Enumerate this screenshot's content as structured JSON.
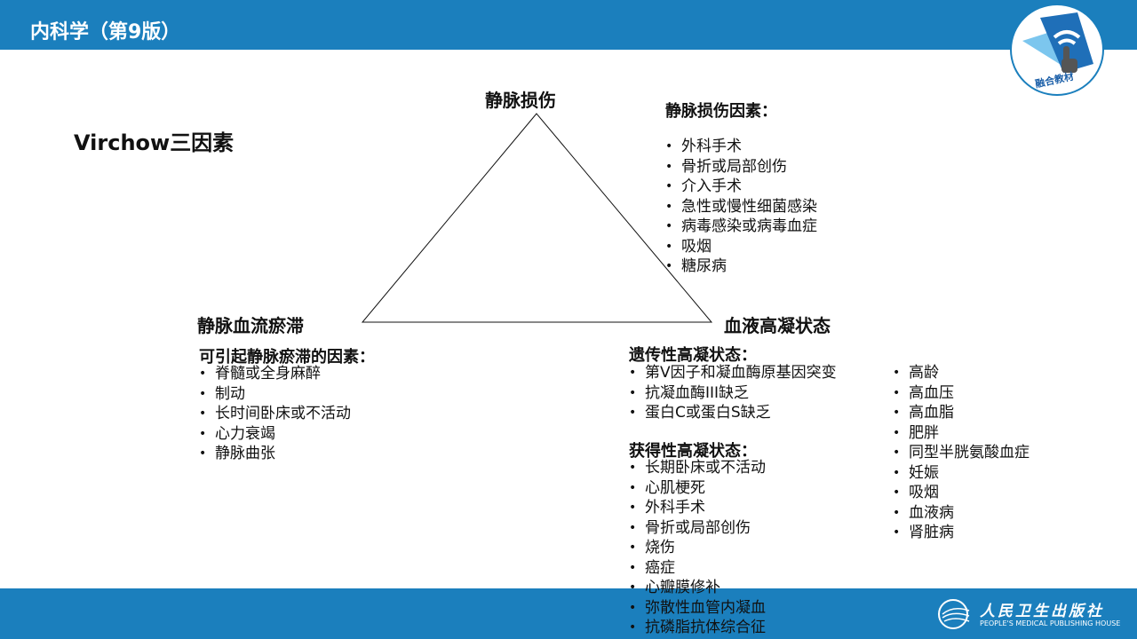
{
  "header": {
    "title": "内科学（第9版）",
    "logo_text": "融合教材"
  },
  "slide": {
    "title": "Virchow三因素",
    "top_vertex": "静脉损伤",
    "left_vertex": "静脉血流瘀滞",
    "right_vertex": "血液高凝状态",
    "injury": {
      "heading": "静脉损伤因素：",
      "items": [
        "外科手术",
        "骨折或局部创伤",
        "介入手术",
        "急性或慢性细菌感染",
        "病毒感染或病毒血症",
        "吸烟",
        "糖尿病"
      ]
    },
    "stasis": {
      "heading": "可引起静脉瘀滞的因素：",
      "items": [
        "脊髓或全身麻醉",
        "制动",
        "长时间卧床或不活动",
        "心力衰竭",
        "静脉曲张"
      ]
    },
    "hereditary": {
      "heading": "遗传性高凝状态：",
      "items": [
        "第V因子和凝血酶原基因突变",
        "抗凝血酶III缺乏",
        "蛋白C或蛋白S缺乏"
      ]
    },
    "overlap": {
      "items": [
        "高龄",
        "高血压",
        "高血脂",
        "肥胖",
        "同型半胱氨酸血症",
        "妊娠",
        "吸烟",
        "血液病",
        "肾脏病"
      ]
    },
    "acquired": {
      "heading": "获得性高凝状态：",
      "items": [
        "长期卧床或不活动",
        "心肌梗死",
        "外科手术",
        "骨折或局部创伤",
        "烧伤",
        "癌症",
        "心瓣膜修补",
        "弥散性血管内凝血",
        "抗磷脂抗体综合征"
      ]
    }
  },
  "footer": {
    "publisher_cn": "人民卫生出版社",
    "publisher_en": "PEOPLE'S MEDICAL PUBLISHING HOUSE"
  },
  "colors": {
    "brand": "#1b7fbd"
  }
}
